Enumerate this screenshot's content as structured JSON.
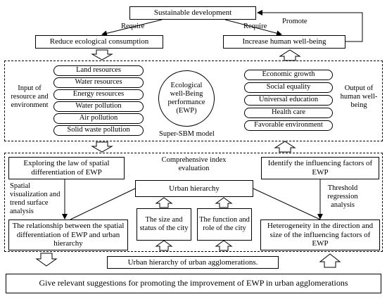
{
  "top": {
    "sustainable": "Sustainable development",
    "reduce": "Reduce ecological consumption",
    "increase": "Increase human well-being",
    "require_left": "Require",
    "require_right": "Require",
    "promote": "Promote"
  },
  "middle": {
    "input_label": "Input of resource and environment",
    "inputs": [
      "Land resources",
      "Water resources",
      "Energy resources",
      "Water pollution",
      "Air pollution",
      "Solid waste pollution"
    ],
    "center": "Ecological well-Being performance (EWP)",
    "model": "Super-SBM model",
    "outputs": [
      "Economic growth",
      "Social equality",
      "Universal education",
      "Health care",
      "Favorable environment"
    ],
    "output_label": "Output of human well-being"
  },
  "bottom": {
    "explore": "Exploring the law of spatial differentiation of EWP",
    "spatial_vis": "Spatial visualization and trend surface analysis",
    "comprehensive": "Comprehensive index evaluation",
    "identify": "Identify the influencing factors of EWP",
    "threshold": "Threshold regression analysis",
    "urban_hierarchy": "Urban hierarchy",
    "size": "The size and status of the city",
    "function": "The function and role of the city",
    "relationship": "The relationship between the spatial differentiation of EWP and urban hierarchy",
    "heterogeneity": "Heterogeneity in the direction and size of the influencing factors of EWP",
    "agglomeration": "Urban hierarchy of urban agglomerations.",
    "suggestion": "Give relevant suggestions for promoting the improvement of EWP in urban agglomerations"
  }
}
